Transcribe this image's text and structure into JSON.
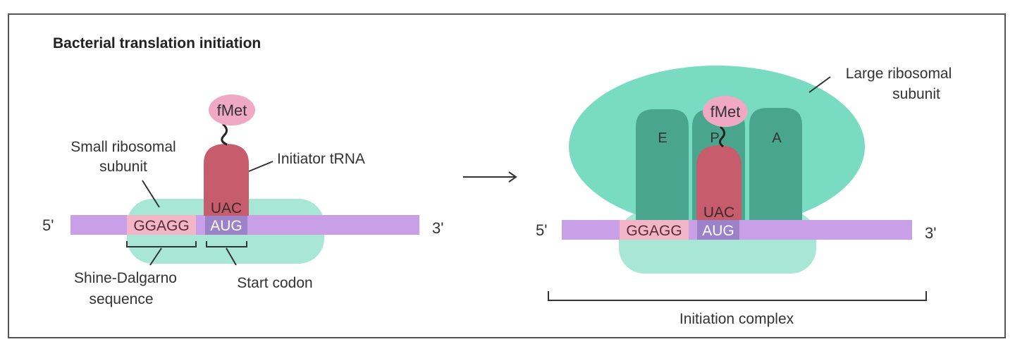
{
  "title": "Bacterial translation initiation",
  "left": {
    "five_prime": "5'",
    "three_prime": "3'",
    "sd_seq": "GGAGG",
    "start_seq": "AUG",
    "anticodon": "UAC",
    "amino_acid": "fMet",
    "small_subunit_label_line1": "Small ribosomal",
    "small_subunit_label_line2": "subunit",
    "initiator_trna_label": "Initiator tRNA",
    "shine_dalgarno_line1": "Shine-Dalgarno",
    "shine_dalgarno_line2": "sequence",
    "start_codon_label": "Start codon"
  },
  "right": {
    "five_prime": "5'",
    "three_prime": "3'",
    "sd_seq": "GGAGG",
    "start_seq": "AUG",
    "anticodon": "UAC",
    "amino_acid": "fMet",
    "site_e": "E",
    "site_p": "P",
    "site_a": "A",
    "large_subunit_line1": "Large ribosomal",
    "large_subunit_line2": "subunit",
    "complex_label": "Initiation complex"
  },
  "colors": {
    "mrna": "#c9a0e8",
    "small_subunit": "#a8e6d5",
    "large_subunit": "#79dcc2",
    "site": "#49a58e",
    "trna": "#c75d6c",
    "fmet": "#f0a9c3",
    "sd_highlight": "#f2b6c8",
    "start_highlight": "#9b82c9",
    "frame": "#555555"
  }
}
